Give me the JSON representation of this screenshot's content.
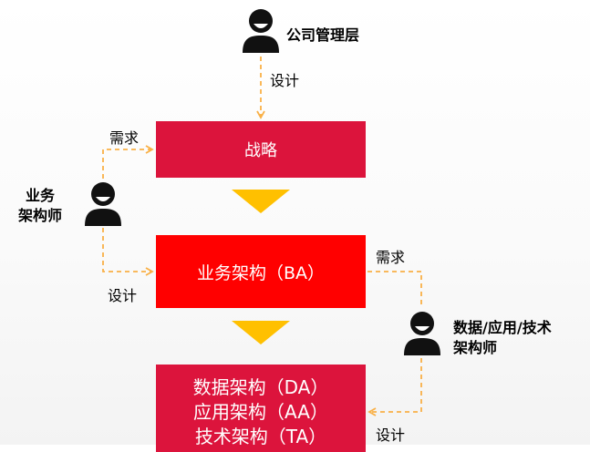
{
  "roles": {
    "management": "公司管理层",
    "business_architect": [
      "业务",
      "架构师"
    ],
    "data_app_tech_architect": [
      "数据/应用/技术",
      "架构师"
    ]
  },
  "boxes": {
    "strategy": "战略",
    "business_architecture": "业务架构（BA）",
    "data_app_tech": [
      "数据架构（DA）",
      "应用架构（AA）",
      "技术架构（TA）"
    ]
  },
  "flow_labels": {
    "design_top": "设计",
    "demand_left": "需求",
    "design_left": "设计",
    "demand_right": "需求",
    "design_right": "设计"
  },
  "colors": {
    "strategy_box": "#dc143c",
    "ba_box": "#ff0000",
    "da_box": "#dc143c",
    "flow_arrow": "#f9b046",
    "chevron": "#ffc000",
    "person": "#111111"
  },
  "icons": {
    "person": "person-icon",
    "chevron": "chevron-down-icon"
  }
}
